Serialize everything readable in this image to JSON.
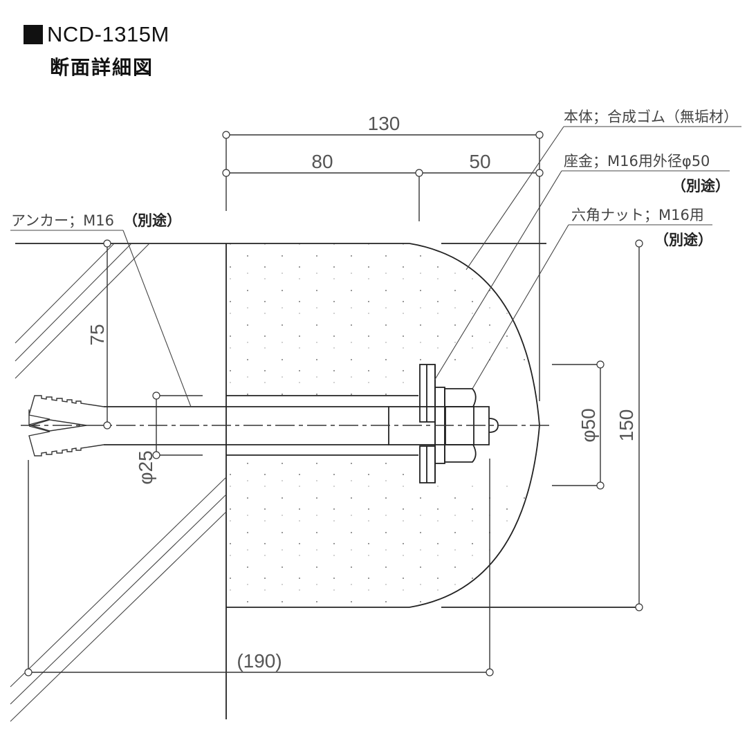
{
  "header": {
    "model": "NCD-1315M",
    "subtitle": "断面詳細図"
  },
  "dimensions": {
    "overall_width": "130",
    "left_segment": "80",
    "right_segment": "50",
    "anchor_height": "75",
    "anchor_diameter": "φ25",
    "washer_diameter": "φ50",
    "overall_height": "150",
    "total_depth": "(190)"
  },
  "callouts": {
    "body": "本体；合成ゴム（無垢材）",
    "washer": "座金；M16用外径φ50",
    "washer_note": "（別途）",
    "nut": "六角ナット；M16用",
    "nut_note": "（別途）",
    "anchor": "アンカー；M16",
    "anchor_note": "（別途）"
  },
  "colors": {
    "line": "#333333",
    "text": "#555555",
    "background": "#ffffff"
  }
}
